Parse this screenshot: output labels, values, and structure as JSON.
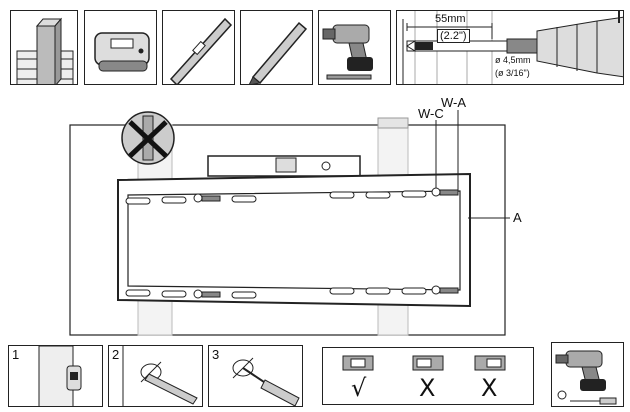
{
  "top_row": {
    "measure_mm": "55mm",
    "measure_in": "(2.2\")",
    "bit_mm": "ø 4,5mm",
    "bit_in": "(ø 3/16\")"
  },
  "main": {
    "label_wa": "W-A",
    "label_wc": "W-C",
    "label_a": "A"
  },
  "steps": {
    "step1": "1",
    "step2": "2",
    "step3": "3"
  },
  "level_check": {
    "ok_mark": "√",
    "bad_mark_1": "X",
    "bad_mark_2": "X"
  }
}
